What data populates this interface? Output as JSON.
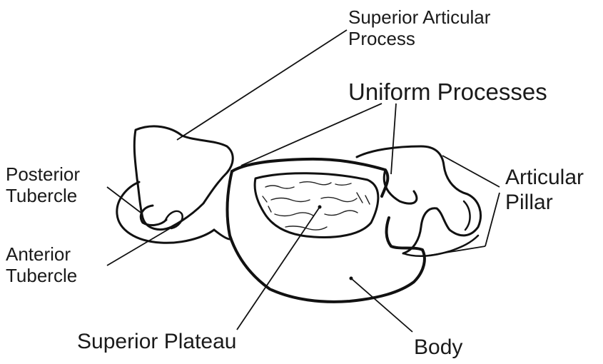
{
  "diagram": {
    "labels": {
      "superior_articular_process": [
        "Superior Articular",
        "Process"
      ],
      "uniform_processes": "Uniform Processes",
      "posterior_tubercle": [
        "Posterior",
        "Tubercle"
      ],
      "anterior_tubercle": [
        "Anterior",
        "Tubercle"
      ],
      "articular_pillar": [
        "Articular",
        "Pillar"
      ],
      "superior_plateau": "Superior Plateau",
      "body": "Body"
    },
    "colors": {
      "ink": "#111111",
      "background": "#ffffff"
    }
  }
}
